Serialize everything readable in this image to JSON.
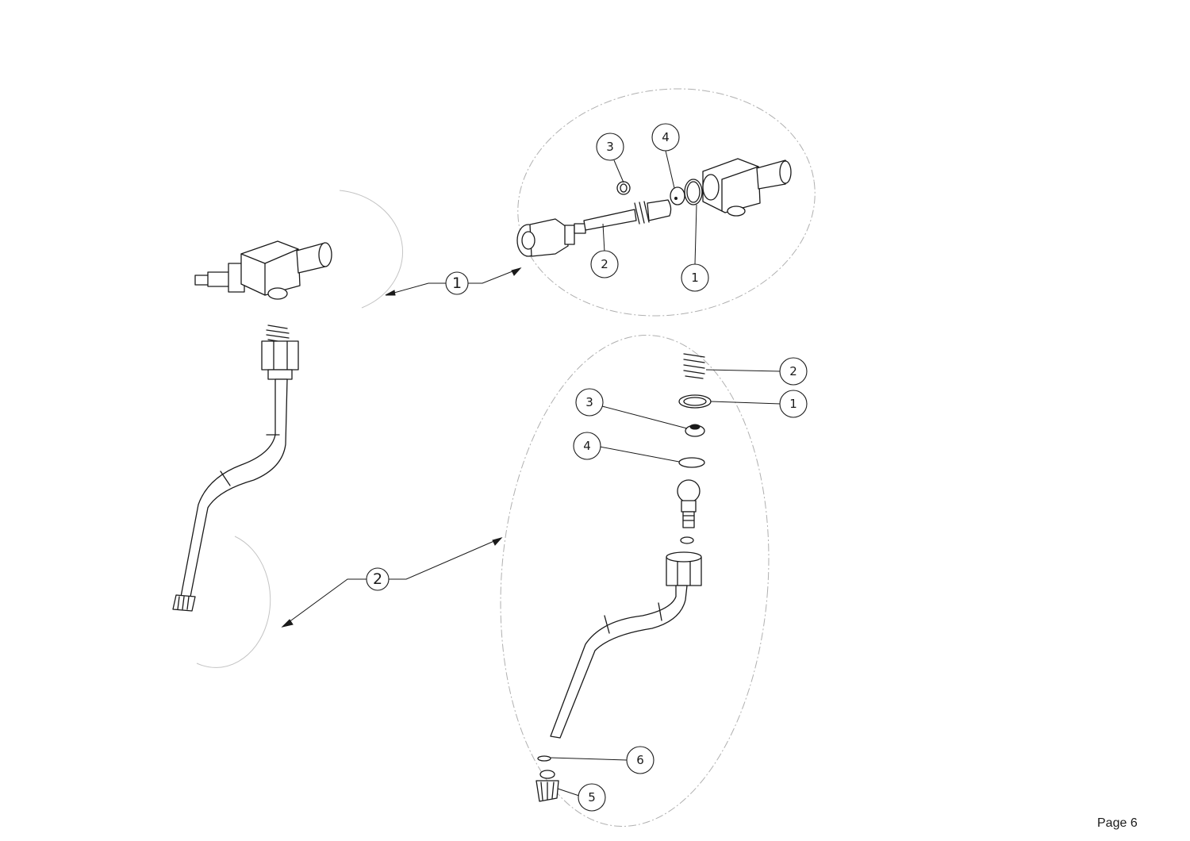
{
  "page": {
    "label": "Page 6"
  },
  "detail_callouts": [
    {
      "id": "detail-1",
      "number": "1"
    },
    {
      "id": "detail-2",
      "number": "2"
    }
  ],
  "valve_balloons": [
    "3",
    "4",
    "2",
    "1"
  ],
  "steam_balloons": [
    "2",
    "1",
    "3",
    "4",
    "6",
    "5"
  ]
}
